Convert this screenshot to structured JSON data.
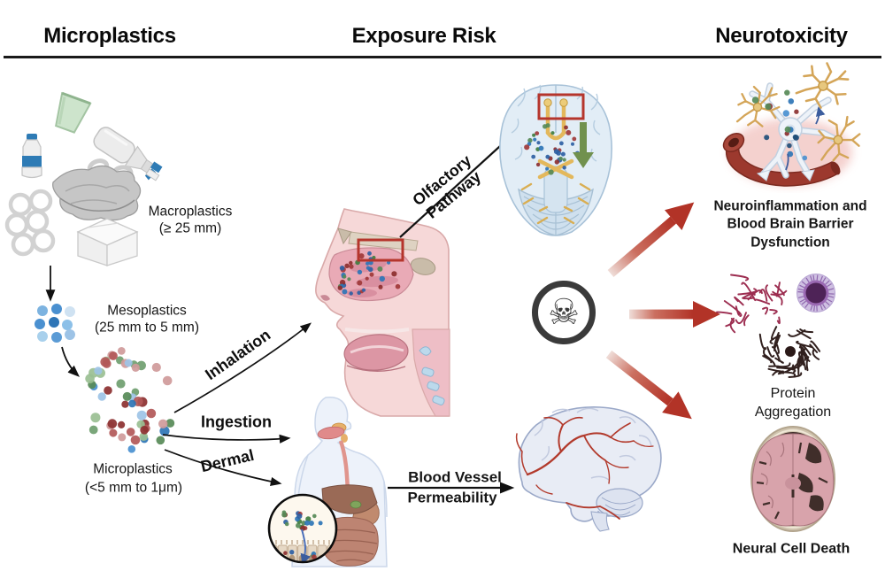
{
  "header": {
    "left": "Microplastics",
    "center": "Exposure Risk",
    "right": "Neurotoxicity"
  },
  "microplastics": {
    "macroplastics": {
      "label": "Macroplastics",
      "size": "(≥ 25 mm)"
    },
    "mesoplastics": {
      "label": "Mesoplastics",
      "size": "(25 mm to 5 mm)"
    },
    "microplastics": {
      "label": "Microplastics",
      "size": "(<5 mm to 1μm)"
    }
  },
  "exposure": {
    "inhalation": "Inhalation",
    "ingestion": "Ingestion",
    "dermal": "Dermal",
    "olfactory_line1": "Olfactory",
    "olfactory_line2": "Pathway",
    "bvp_line1": "Blood Vessel",
    "bvp_line2": "Permeability"
  },
  "neurotoxicity": {
    "outcome1_line1": "Neuroinflammation and",
    "outcome1_line2": "Blood Brain Barrier",
    "outcome1_line3": "Dysfunction",
    "outcome2_line1": "Protein",
    "outcome2_line2": "Aggregation",
    "outcome3": "Neural Cell Death"
  },
  "icons": {
    "skull_crossbones": "☠"
  },
  "colors": {
    "arrow_red": "#b23327",
    "highlight_box_red": "#b5352c",
    "olfactory_arrow_green": "#71914e",
    "skull_gray": "#3a3a3a",
    "header_text": "#0a0a0a"
  }
}
